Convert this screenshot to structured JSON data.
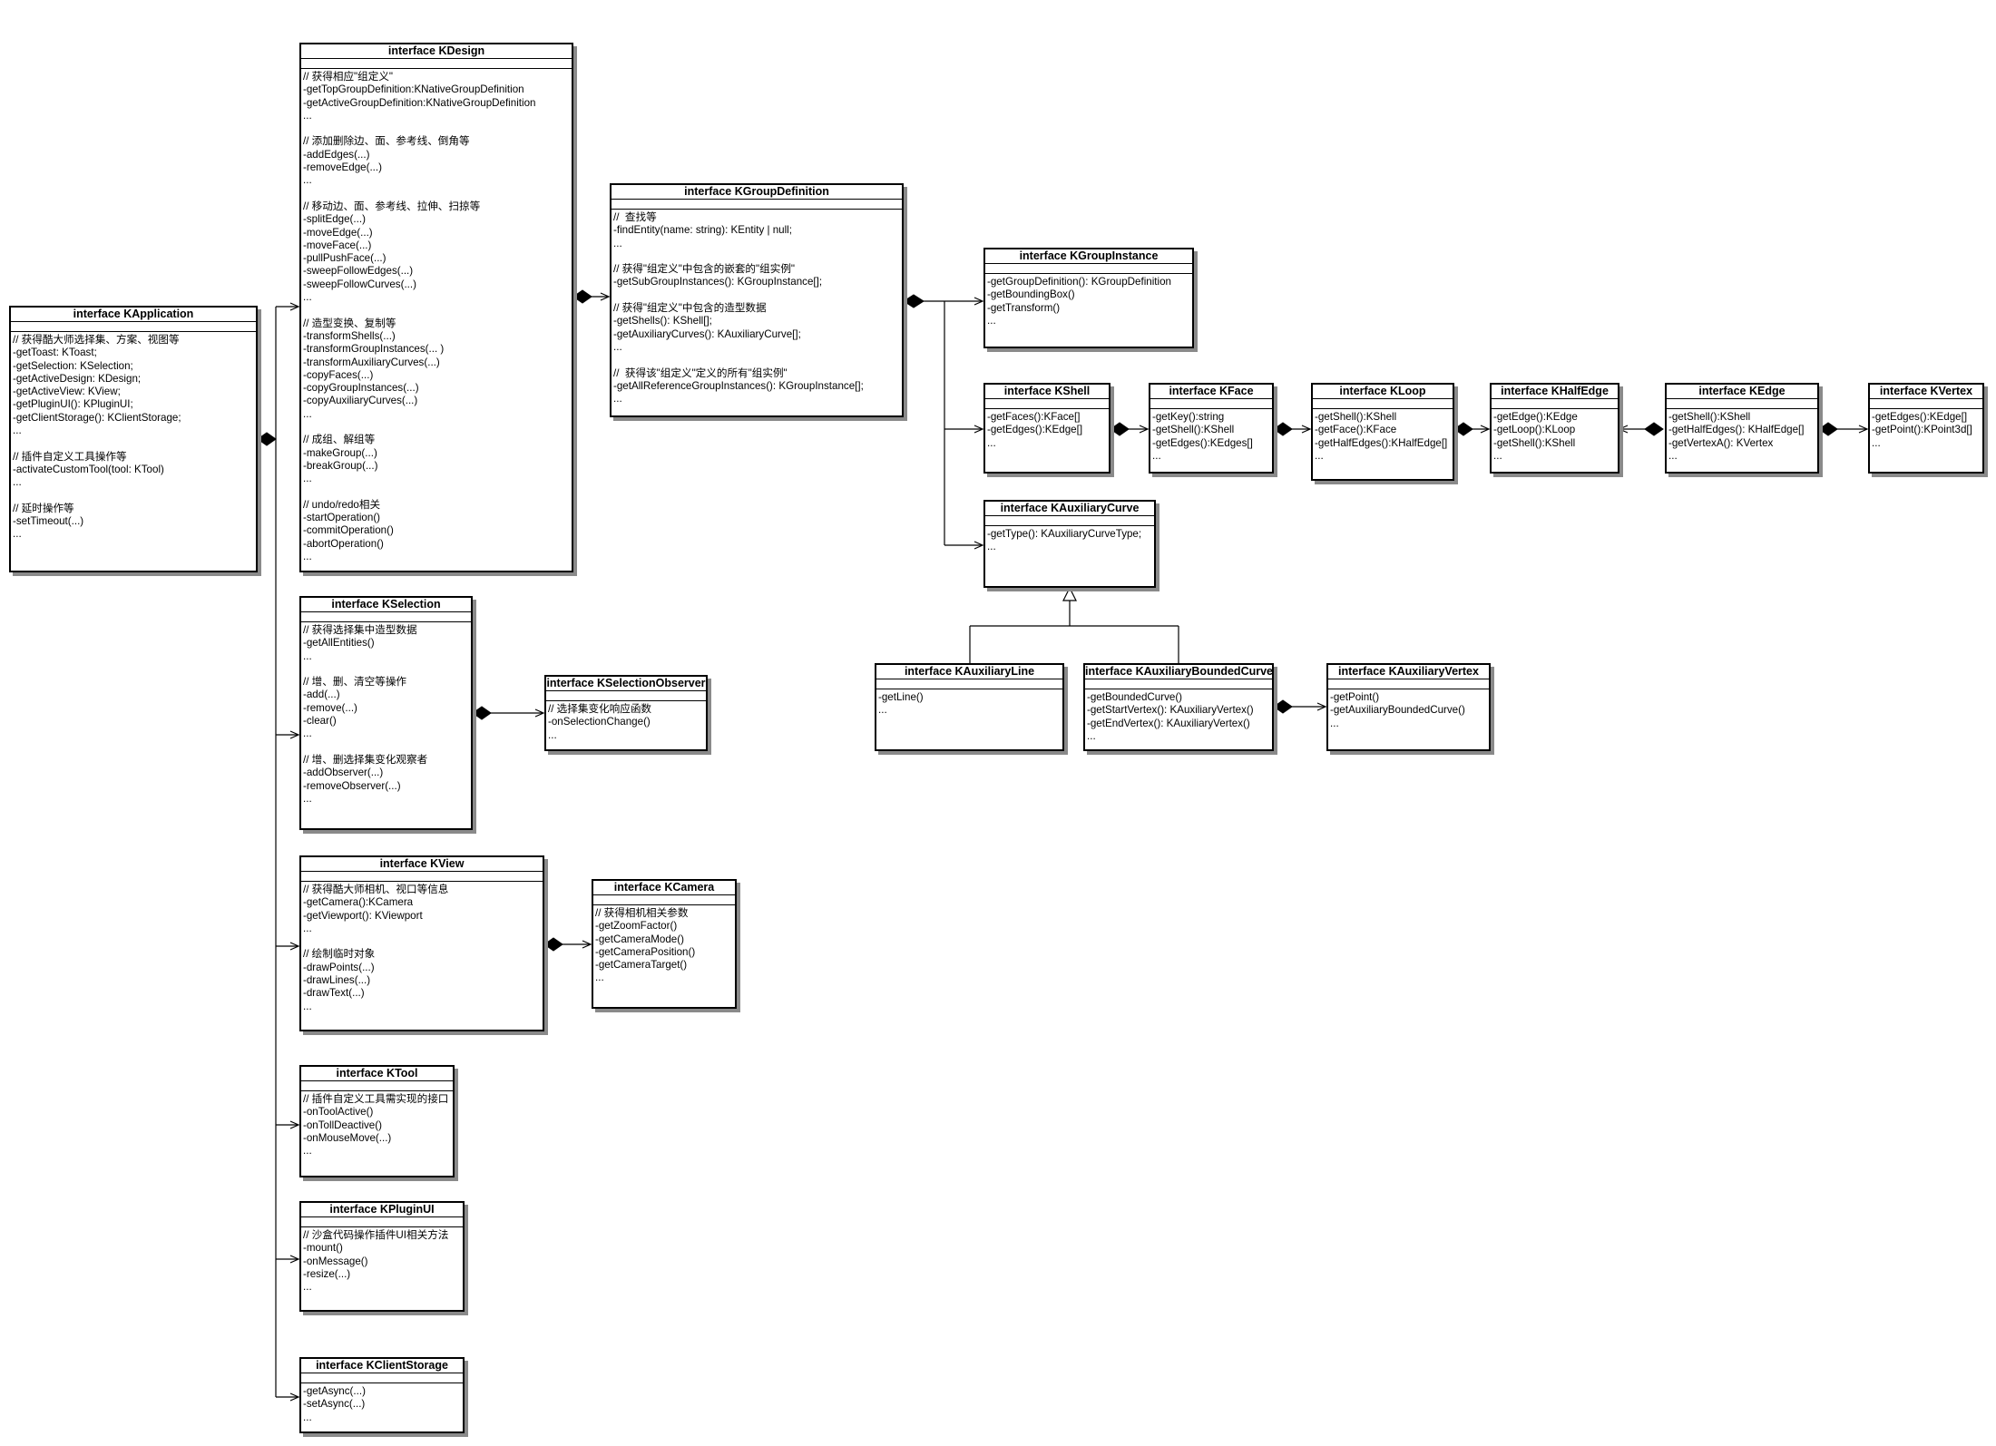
{
  "classes": {
    "kapplication": {
      "title": "interface KApplication",
      "lines": [
        "// 获得酷大师选择集、方案、视图等",
        "-getToast: KToast;",
        "-getSelection: KSelection;",
        "-getActiveDesign: KDesign;",
        "-getActiveView: KView;",
        "-getPluginUI(): KPluginUI;",
        "-getClientStorage(): KClientStorage;",
        "...",
        "",
        "// 插件自定义工具操作等",
        "-activateCustomTool(tool: KTool)",
        "...",
        "",
        "// 延时操作等",
        "-setTimeout(...)",
        "..."
      ]
    },
    "kdesign": {
      "title": "interface KDesign",
      "lines": [
        "// 获得相应\"组定义\"",
        "-getTopGroupDefinition:KNativeGroupDefinition",
        "-getActiveGroupDefinition:KNativeGroupDefinition",
        "...",
        "",
        "// 添加删除边、面、参考线、倒角等",
        "-addEdges(...)",
        "-removeEdge(...)",
        "...",
        "",
        "// 移动边、面、参考线、拉伸、扫掠等",
        "-splitEdge(...)",
        "-moveEdge(...)",
        "-moveFace(...)",
        "-pullPushFace(...)",
        "-sweepFollowEdges(...)",
        "-sweepFollowCurves(...)",
        "...",
        "",
        "// 造型变换、复制等",
        "-transformShells(...)",
        "-transformGroupInstances(... )",
        "-transformAuxiliaryCurves(...)",
        "-copyFaces(...)",
        "-copyGroupInstances(...)",
        "-copyAuxiliaryCurves(...)",
        "...",
        "",
        "// 成组、解组等",
        "-makeGroup(...)",
        "-breakGroup(...)",
        "...",
        "",
        "// undo/redo相关",
        "-startOperation()",
        "-commitOperation()",
        "-abortOperation()",
        "..."
      ]
    },
    "kgroupdefinition": {
      "title": "interface KGroupDefinition",
      "lines": [
        "//  查找等",
        "-findEntity(name: string): KEntity | null;",
        "...",
        "",
        "// 获得\"组定义\"中包含的嵌套的\"组实例\"",
        "-getSubGroupInstances(): KGroupInstance[];",
        "",
        "// 获得\"组定义\"中包含的造型数据",
        "-getShells(): KShell[];",
        "-getAuxiliaryCurves(): KAuxiliaryCurve[];",
        "...",
        "",
        "//  获得该\"组定义\"定义的所有\"组实例\"",
        "-getAllReferenceGroupInstances(): KGroupInstance[];",
        "..."
      ]
    },
    "kgroupinstance": {
      "title": "interface KGroupInstance",
      "lines": [
        "-getGroupDefinition(): KGroupDefinition",
        "-getBoundingBox()",
        "-getTransform()",
        "..."
      ]
    },
    "kshell": {
      "title": "interface KShell",
      "lines": [
        "-getFaces():KFace[]",
        "-getEdges():KEdge[]",
        "..."
      ]
    },
    "kface": {
      "title": "interface KFace",
      "lines": [
        "-getKey():string",
        "-getShell():KShell",
        "-getEdges():KEdges[]",
        "..."
      ]
    },
    "kloop": {
      "title": "interface KLoop",
      "lines": [
        "-getShell():KShell",
        "-getFace():KFace",
        "-getHalfEdges():KHalfEdge[]",
        "..."
      ]
    },
    "khalfedge": {
      "title": "interface KHalfEdge",
      "lines": [
        "-getEdge():KEdge",
        "-getLoop():KLoop",
        "-getShell():KShell",
        "..."
      ]
    },
    "kedge": {
      "title": "interface KEdge",
      "lines": [
        "-getShell():KShell",
        "-getHalfEdges(): KHalfEdge[]",
        "-getVertexA(): KVertex",
        "..."
      ]
    },
    "kvertex": {
      "title": "interface KVertex",
      "lines": [
        "-getEdges():KEdge[]",
        "-getPoint():KPoint3d[]",
        "..."
      ]
    },
    "kauxiliarycurve": {
      "title": "interface KAuxiliaryCurve",
      "lines": [
        "-getType(): KAuxiliaryCurveType;",
        "..."
      ]
    },
    "kauxiliaryline": {
      "title": "interface KAuxiliaryLine",
      "lines": [
        "-getLine()",
        "..."
      ]
    },
    "kauxiliaryboundedcurve": {
      "title": "interface KAuxiliaryBoundedCurve",
      "lines": [
        "-getBoundedCurve()",
        "-getStartVertex(): KAuxiliaryVertex()",
        "-getEndVertex(): KAuxiliaryVertex()",
        "..."
      ]
    },
    "kauxiliaryvertex": {
      "title": "interface KAuxiliaryVertex",
      "lines": [
        "-getPoint()",
        "-getAuxiliaryBoundedCurve()",
        "..."
      ]
    },
    "kselection": {
      "title": "interface KSelection",
      "lines": [
        "// 获得选择集中造型数据",
        "-getAllEntities()",
        "...",
        "",
        "// 增、删、清空等操作",
        "-add(...)",
        "-remove(...)",
        "-clear()",
        "...",
        "",
        "// 增、删选择集变化观察者",
        "-addObserver(...)",
        "-removeObserver(...)",
        "..."
      ]
    },
    "kselectionobserver": {
      "title": "interface KSelectionObserver",
      "lines": [
        "// 选择集变化响应函数",
        "-onSelectionChange()",
        "..."
      ]
    },
    "kview": {
      "title": "interface KView",
      "lines": [
        "// 获得酷大师相机、视口等信息",
        "-getCamera():KCamera",
        "-getViewport(): KViewport",
        "...",
        "",
        "// 绘制临时对象",
        "-drawPoints(...)",
        "-drawLines(...)",
        "-drawText(...)",
        "..."
      ]
    },
    "kcamera": {
      "title": "interface KCamera",
      "lines": [
        "// 获得相机相关参数",
        "-getZoomFactor()",
        "-getCameraMode()",
        "-getCameraPosition()",
        "-getCameraTarget()",
        "..."
      ]
    },
    "ktool": {
      "title": "interface KTool",
      "lines": [
        "// 插件自定义工具需实现的接口",
        "-onToolActive()",
        "-onTollDeactive()",
        "-onMouseMove(...)",
        "..."
      ]
    },
    "kpluginui": {
      "title": "interface KPluginUI",
      "lines": [
        "// 沙盒代码操作插件UI相关方法",
        "-mount()",
        "-onMessage()",
        "-resize(...)",
        "..."
      ]
    },
    "kclientstorage": {
      "title": "interface KClientStorage",
      "lines": [
        "-getAsync(...)",
        "-setAsync(...)",
        "..."
      ]
    }
  }
}
